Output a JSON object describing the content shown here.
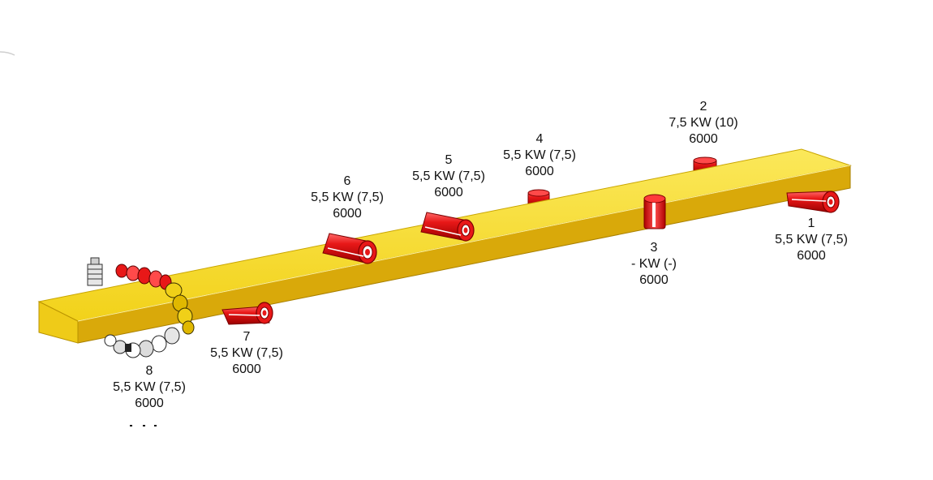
{
  "colors": {
    "beam_top": "#f7dc2a",
    "beam_front": "#d6a600",
    "beam_end": "#e9c20f",
    "motor_red": "#e81818",
    "motor_dark": "#9c0000",
    "motor_ring": "#ffffff",
    "gray_part": "#d8d8d8",
    "text": "#111111"
  },
  "motors": [
    {
      "id": "1",
      "power": "5,5 KW (7,5)",
      "rpm": "6000"
    },
    {
      "id": "2",
      "power": "7,5 KW (10)",
      "rpm": "6000"
    },
    {
      "id": "3",
      "power": "- KW (-)",
      "rpm": "6000"
    },
    {
      "id": "4",
      "power": "5,5 KW (7,5)",
      "rpm": "6000"
    },
    {
      "id": "5",
      "power": "5,5 KW (7,5)",
      "rpm": "6000"
    },
    {
      "id": "6",
      "power": "5,5 KW (7,5)",
      "rpm": "6000"
    },
    {
      "id": "7",
      "power": "5,5 KW (7,5)",
      "rpm": "6000"
    },
    {
      "id": "8",
      "power": "5,5 KW (7,5)",
      "rpm": "6000"
    }
  ]
}
